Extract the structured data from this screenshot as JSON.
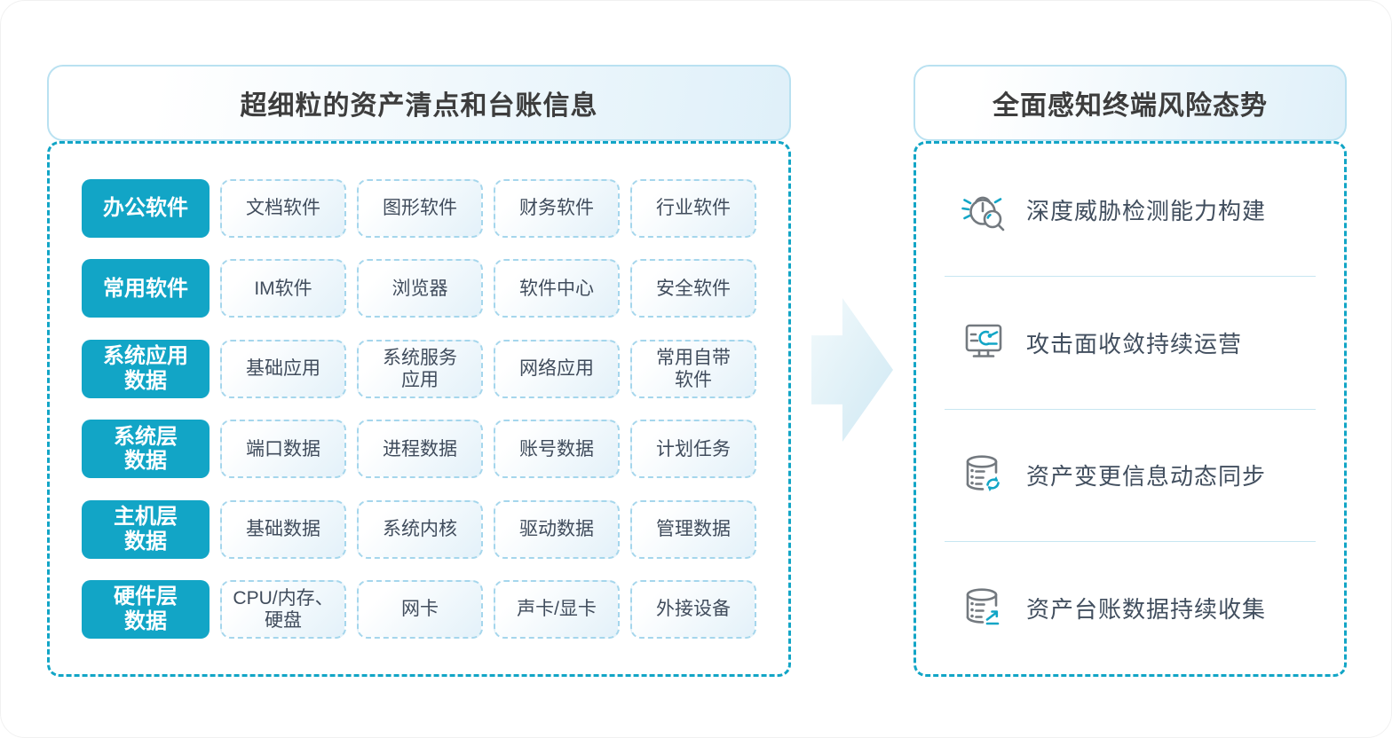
{
  "left_panel": {
    "title": "超细粒的资产清点和台账信息",
    "rows": [
      {
        "label": "办公软件",
        "items": [
          "文档软件",
          "图形软件",
          "财务软件",
          "行业软件"
        ]
      },
      {
        "label": "常用软件",
        "items": [
          "IM软件",
          "浏览器",
          "软件中心",
          "安全软件"
        ]
      },
      {
        "label": "系统应用\n数据",
        "items": [
          "基础应用",
          "系统服务\n应用",
          "网络应用",
          "常用自带\n软件"
        ]
      },
      {
        "label": "系统层\n数据",
        "items": [
          "端口数据",
          "进程数据",
          "账号数据",
          "计划任务"
        ]
      },
      {
        "label": "主机层\n数据",
        "items": [
          "基础数据",
          "系统内核",
          "驱动数据",
          "管理数据"
        ]
      },
      {
        "label": "硬件层\n数据",
        "items": [
          "CPU/内存、\n硬盘",
          "网卡",
          "声卡/显卡",
          "外接设备"
        ]
      }
    ]
  },
  "right_panel": {
    "title": "全面感知终端风险态势",
    "items": [
      {
        "icon": "bug-scan-icon",
        "label": "深度威胁检测能力构建"
      },
      {
        "icon": "monitor-attack-surface-icon",
        "label": "攻击面收敛持续运营"
      },
      {
        "icon": "database-sync-icon",
        "label": "资产变更信息动态同步"
      },
      {
        "icon": "database-collect-icon",
        "label": "资产台账数据持续收集"
      }
    ]
  },
  "colors": {
    "accent_teal": "#12a5c6",
    "dashed_border": "#12a5c6",
    "title_border": "#b9e1f1",
    "title_bg_end": "#dff0f9",
    "item_border": "#a5d6ec",
    "item_bg_end": "#e3f1f9",
    "title_text": "#3d3d3d",
    "item_text": "#404c5c",
    "feature_text": "#414e5e",
    "divider": "#c7e6f1",
    "icon_gray": "#73797f",
    "arrow_end": "#cfe8f3"
  }
}
